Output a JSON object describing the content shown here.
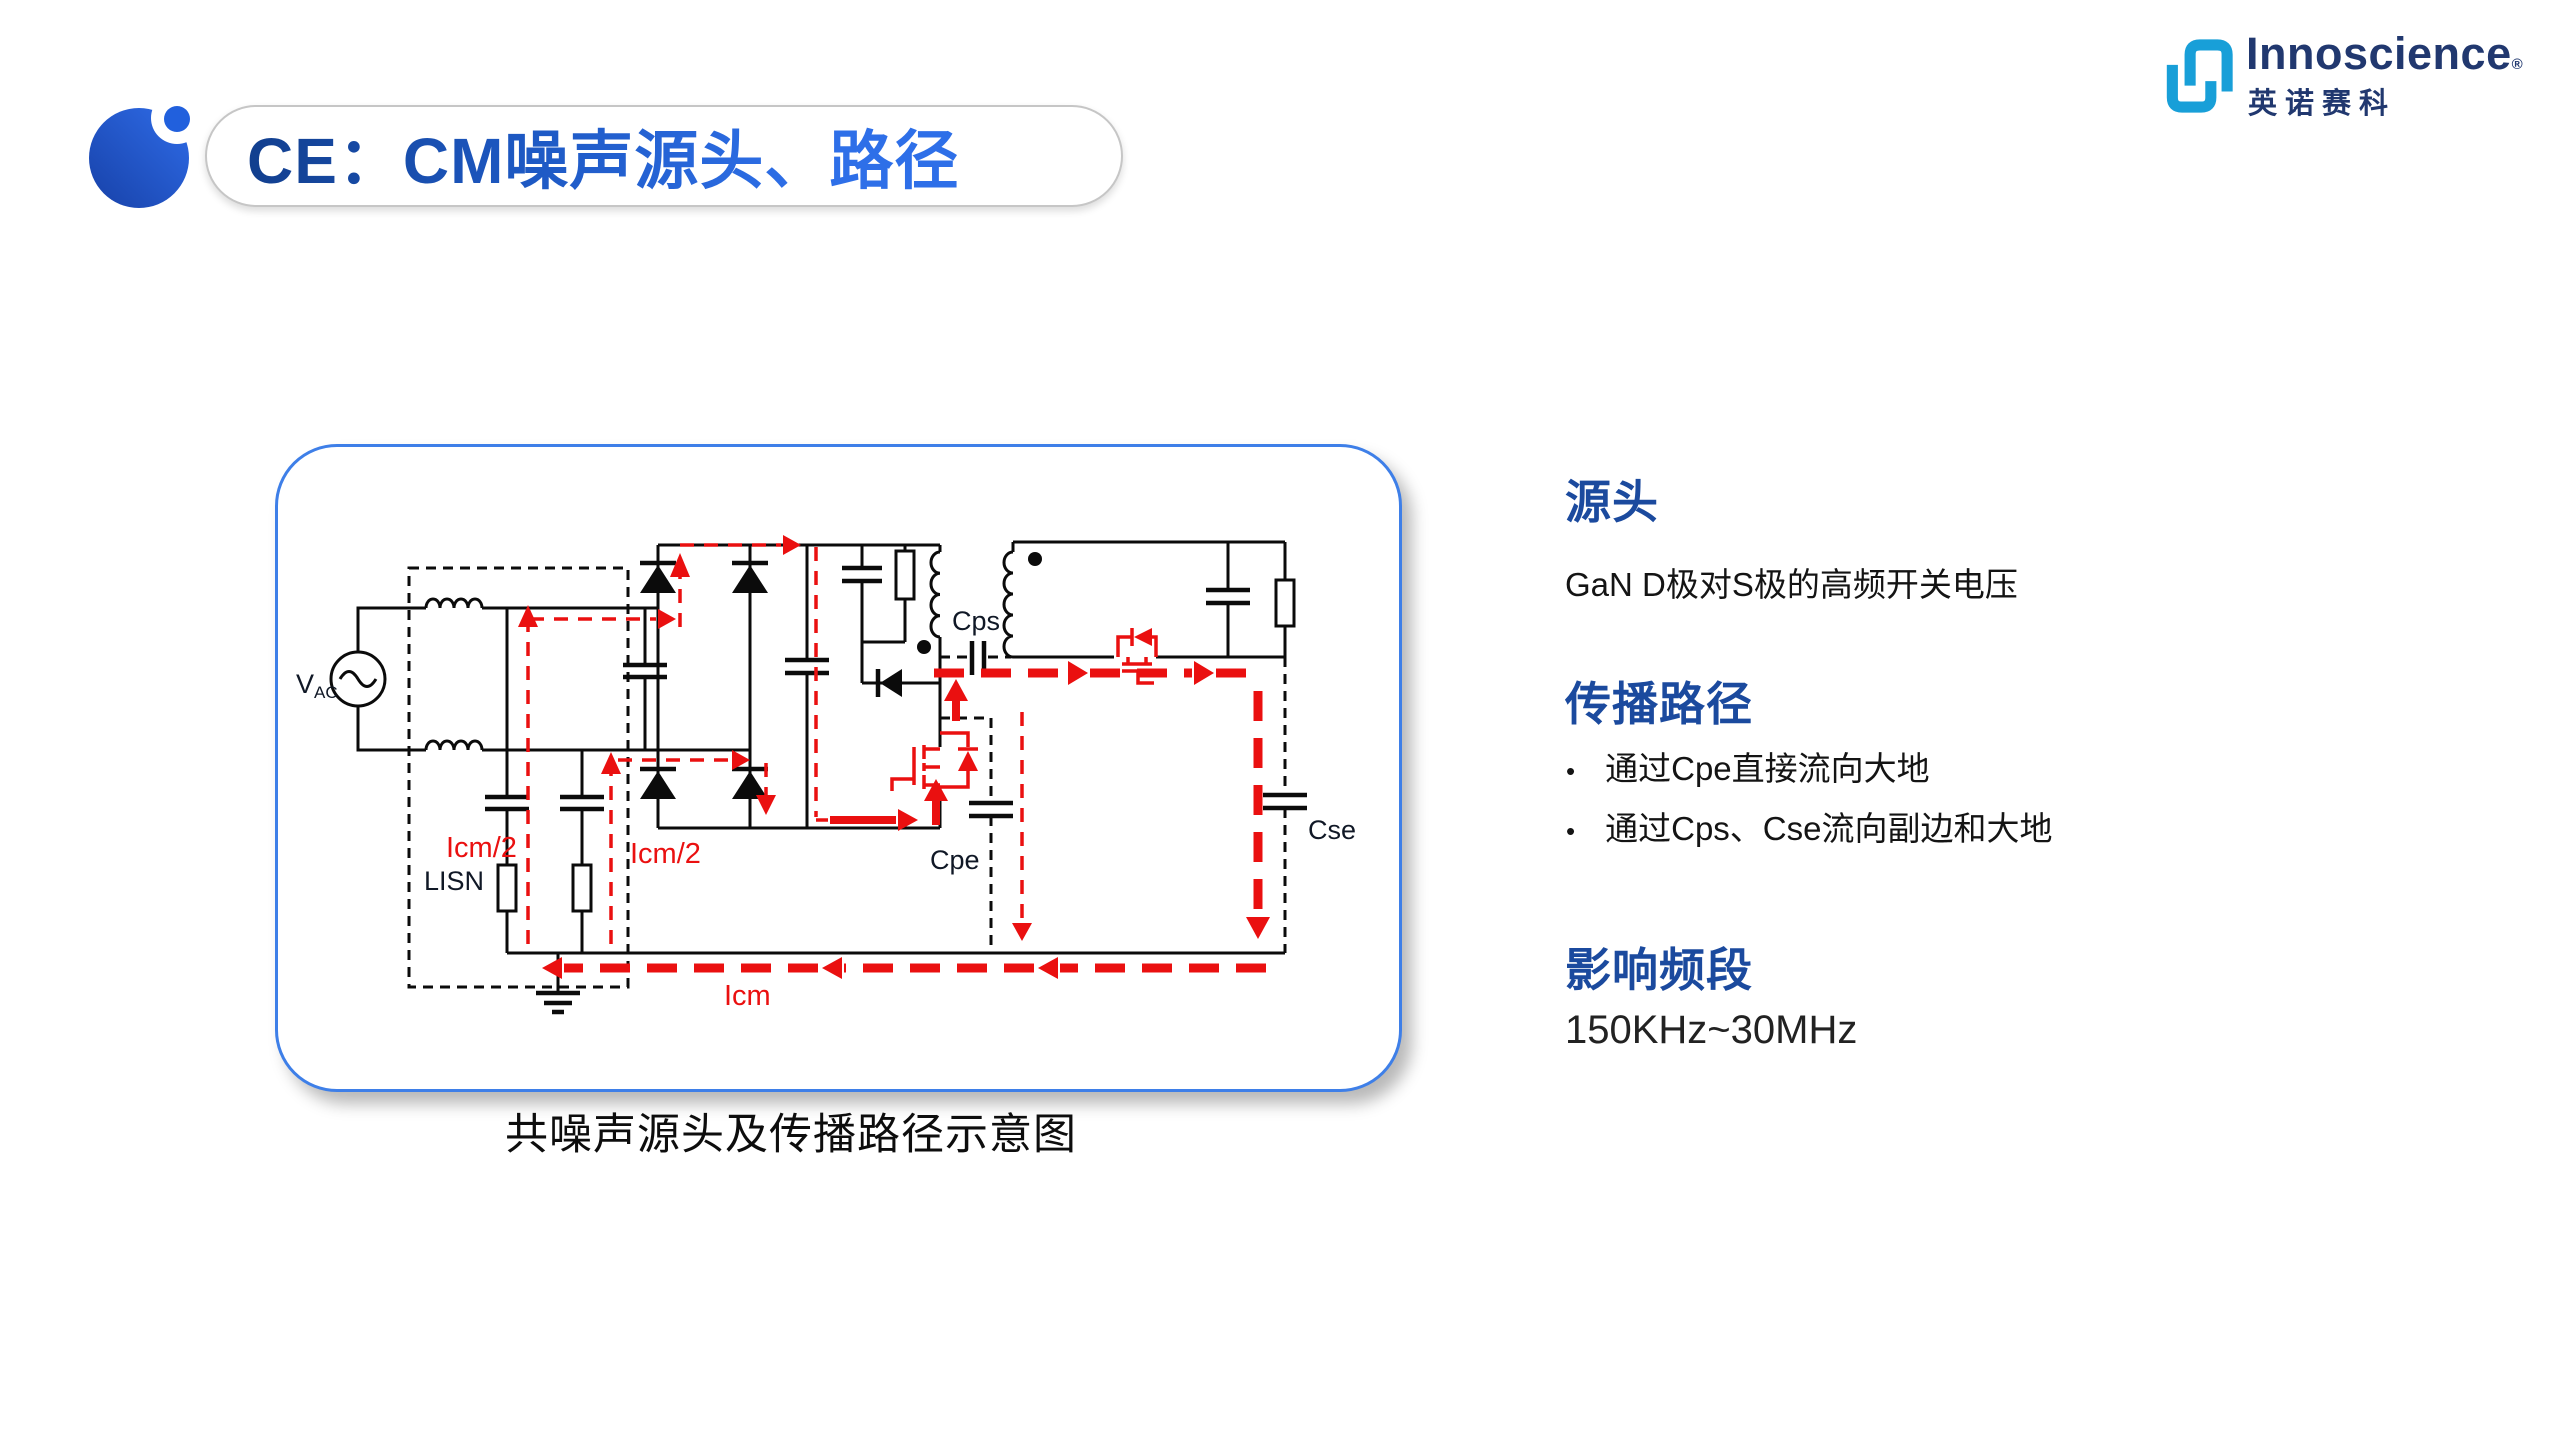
{
  "slide": {
    "title": "CE：CM噪声源头、路径",
    "caption": "共噪声源头及传播路径示意图"
  },
  "brand": {
    "name": "Innoscience",
    "registered": "®",
    "name_cn": "英诺赛科"
  },
  "sections": {
    "source": {
      "heading": "源头",
      "body": "GaN D极对S极的高频开关电压"
    },
    "propagation": {
      "heading": "传播路径",
      "bullet_char": "•",
      "bullets": [
        "通过Cpe直接流向大地",
        "通过Cps、Cse流向副边和大地"
      ]
    },
    "band": {
      "heading": "影响频段",
      "body": "150KHz~30MHz"
    }
  },
  "diagram": {
    "labels": {
      "vac_v": "V",
      "vac_sub": "AC",
      "lisn": "LISN",
      "icm_half_left": "Icm/2",
      "icm_half_right": "Icm/2",
      "icm": "Icm",
      "cps": "Cps",
      "cpe": "Cpe",
      "cse": "Cse"
    }
  },
  "colors": {
    "title-dark": "#123f8e",
    "title-bright": "#2e6fe8",
    "heading-blue": "#1b4a9e",
    "red": "#ea1010",
    "box-border": "#3e7fe8",
    "brand-cyan": "#189fd8",
    "brand-navy": "#21386f",
    "ink": "#141414"
  }
}
